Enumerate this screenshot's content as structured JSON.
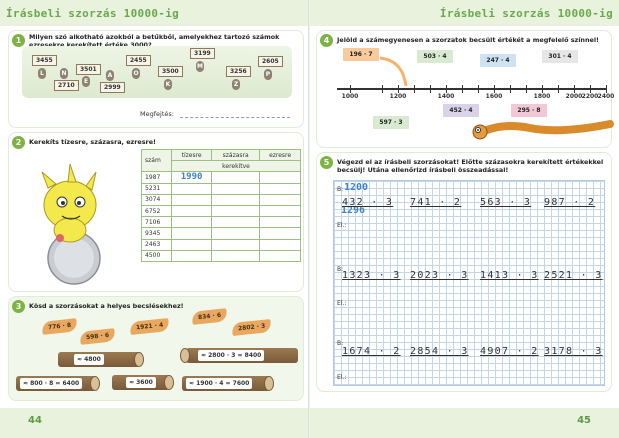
{
  "left_page": {
    "header": "Írásbeli szorzás 10000-ig",
    "page_number": "44",
    "ex1": {
      "number": "1",
      "instruction": "Milyen szó alkotható azokból a betűkből, amelyekhez tartozó számok ezresekre kerekített értéke 3000?",
      "signs": [
        {
          "value": "3455",
          "letter": "L"
        },
        {
          "value": "2710",
          "letter": "N"
        },
        {
          "value": "3501",
          "letter": "E"
        },
        {
          "value": "2999",
          "letter": "A"
        },
        {
          "value": "2455",
          "letter": "O"
        },
        {
          "value": "3500",
          "letter": "K"
        },
        {
          "value": "3199",
          "letter": "M"
        },
        {
          "value": "3256",
          "letter": "Z"
        },
        {
          "value": "2605",
          "letter": "P"
        }
      ],
      "answer_label": "Megfejtés:"
    },
    "ex2": {
      "number": "2",
      "instruction": "Kerekíts tízesre, százasra, ezresre!",
      "col_szam": "szám",
      "col_tizesre": "tízesre",
      "col_szazasra": "százasra",
      "col_ezresre": "ezresre",
      "subheader": "kerekítve",
      "rows": [
        {
          "n": "1987",
          "tizesre": "1990"
        },
        {
          "n": "5231",
          "tizesre": ""
        },
        {
          "n": "3074",
          "tizesre": ""
        },
        {
          "n": "6752",
          "tizesre": ""
        },
        {
          "n": "7106",
          "tizesre": ""
        },
        {
          "n": "9345",
          "tizesre": ""
        },
        {
          "n": "2463",
          "tizesre": ""
        },
        {
          "n": "4500",
          "tizesre": ""
        }
      ]
    },
    "ex3": {
      "number": "3",
      "instruction": "Kösd a szorzásokat a helyes becslésekhez!",
      "leaves": [
        "776 · 8",
        "598 · 6",
        "1921 · 4",
        "834 · 6",
        "2802 · 3"
      ],
      "logs": [
        "≈ 4800",
        "≈ 2800 · 3 = 8400",
        "≈ 800 · 8 = 6400",
        "≈ 3600",
        "≈ 1900 · 4 = 7600"
      ]
    }
  },
  "right_page": {
    "header": "Írásbeli szorzás 10000-ig",
    "page_number": "45",
    "ex4": {
      "number": "4",
      "instruction": "Jelöld a számegyenesen a szorzatok becsült értékét a megfelelő színnel!",
      "ticks": [
        "1000",
        "1200",
        "1400",
        "1600",
        "1800",
        "2000",
        "2200",
        "2400"
      ],
      "cards": [
        {
          "label": "196 · 7",
          "color": "#f9cb9c"
        },
        {
          "label": "503 · 4",
          "color": "#d9ead3"
        },
        {
          "label": "247 · 4",
          "color": "#cfe2f3"
        },
        {
          "label": "301 · 4",
          "color": "#e6e6e6"
        },
        {
          "label": "452 · 4",
          "color": "#d9d2e9"
        },
        {
          "label": "295 · 8",
          "color": "#f4c7d6"
        },
        {
          "label": "597 · 3",
          "color": "#d9ead3"
        }
      ]
    },
    "ex5": {
      "number": "5",
      "instruction": "Végezd el az írásbeli szorzásokat! Előtte százasokra kerekített értékekkel becsülj! Utána ellenőrizd írásbeli összeadással!",
      "tag_b": "B:",
      "tag_el": "El.:",
      "hw_estimate": "1200",
      "hw_partial": "1296",
      "rows": [
        [
          "432 · 3",
          "741 · 2",
          "563 · 3",
          "987 · 2"
        ],
        [
          "1323 · 3",
          "2023 · 3",
          "1413 · 3",
          "2521 · 3"
        ],
        [
          "1674 · 2",
          "2854 · 3",
          "4907 · 2",
          "3178 · 3"
        ]
      ]
    }
  },
  "colors": {
    "accent": "#7cb342",
    "header_bg": "#e8f2dc",
    "grid_line": "#c3d6ea",
    "handwriting": "#3d85c6"
  }
}
